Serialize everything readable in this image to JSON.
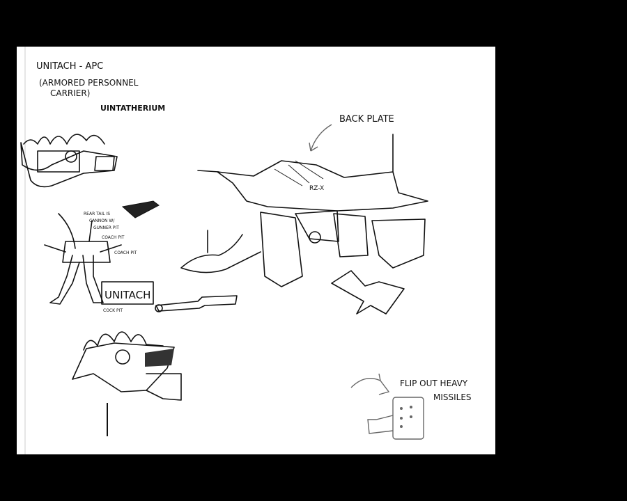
{
  "notes": {
    "title": "UNITACH - APC",
    "subtitle_line1": "(ARMORED PERSONNEL",
    "subtitle_line2": "CARRIER)",
    "name": "UINTATHERIUM",
    "back_plate": "BACK PLATE",
    "flip_out_line1": "FLIP OUT HEAVY",
    "flip_out_line2": "MISSILES",
    "rear_tail": "REAR TAIL IS",
    "rear_tail2": "CANNON W/",
    "rear_tail3": "GUNNER PIT",
    "coach_pit": "COACH PIT",
    "coach_pit2": "COACH PIT",
    "cockpit": "COCK PIT",
    "side_label": "UNITACH",
    "hull_mark": "RZ-X"
  }
}
